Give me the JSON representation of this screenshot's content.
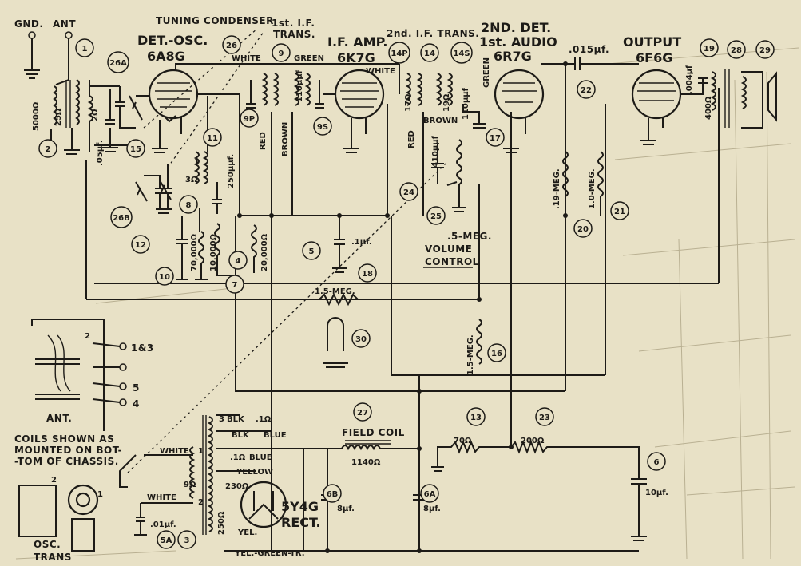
{
  "terminals": {
    "gnd": "GND.",
    "ant": "ANT"
  },
  "stages": {
    "det_osc": {
      "name": "DET.-OSC.",
      "tube": "6A8G"
    },
    "if_amp": {
      "name": "I.F. AMP.",
      "tube": "6K7G"
    },
    "det_audio": {
      "name": "2ND. DET.",
      "name2": "1st. AUDIO",
      "tube": "6R7G"
    },
    "output": {
      "name": "OUTPUT",
      "tube": "6F6G"
    },
    "rect": {
      "tube": "5Y4G",
      "name": "RECT."
    }
  },
  "labels": {
    "tuning_condenser": "TUNING CONDENSER",
    "first_if": "1st. I.F.",
    "first_if2": "TRANS.",
    "second_if": "2nd. I.F. TRANS.",
    "volume": ".5-MEG.",
    "volume2": "VOLUME",
    "volume3": "CONTROL",
    "field_coil": "FIELD COIL",
    "coils_note1": "COILS SHOWN AS",
    "coils_note2": "MOUNTED ON BOT-",
    "coils_note3": "-TOM OF CHASSIS.",
    "ant_coil": "ANT.",
    "osc_trans1": "OSC.",
    "osc_trans2": "TRANS",
    "yel_green": "YEL.-GREEN-TR.",
    "yel": "YEL."
  },
  "wire_colors": {
    "white": "WHITE",
    "green": "GREEN",
    "red": "RED",
    "brown": "BROWN",
    "blk": "BLK",
    "blue": "BLUE",
    "yellow": "YELLOW"
  },
  "values": {
    "r5000": "5000Ω",
    "r25": "25Ω",
    "c2": "2Ω",
    "c05": ".05μf.",
    "r3": "3Ω",
    "c250": "250μμf.",
    "r70000": "70,000Ω",
    "r10000": "10,000Ω",
    "r20000": "20,000Ω",
    "c1": ".1μf.",
    "r1_5meg": "1.5-MEG.",
    "r1_5meg_b": "1.5-MEG.",
    "r17": "17Ω",
    "r19": "19Ω",
    "c110a": "110μμf",
    "c110b": "110μμf",
    "c410": "410μμf",
    "c015": ".015μf.",
    "r19meg": ".19-MEG.",
    "r1meg": "1.0-MEG.",
    "c004": ".004μf",
    "r400": "400Ω",
    "r9": "9Ω",
    "c01": ".01μf.",
    "t1": ".1Ω",
    "t1b": ".1Ω",
    "r230": "230Ω",
    "r250": "250Ω",
    "r1140": "1140Ω",
    "c8a": "8μf.",
    "c8b": "8μf.",
    "r70": "70Ω",
    "r200": "200Ω",
    "c10": "10μf."
  },
  "pin_labels": {
    "p1": "1",
    "p2": "2",
    "p3": "3",
    "p4": "4",
    "p5": "5",
    "p13": "1&3"
  },
  "callouts": [
    "1",
    "2",
    "3",
    "4",
    "5",
    "5A",
    "6",
    "6A",
    "6B",
    "7",
    "8",
    "9",
    "9P",
    "9S",
    "10",
    "11",
    "12",
    "13",
    "14",
    "14P",
    "14S",
    "15",
    "16",
    "17",
    "18",
    "19",
    "20",
    "21",
    "22",
    "23",
    "24",
    "25",
    "26",
    "26A",
    "26B",
    "27",
    "28",
    "29",
    "30"
  ]
}
